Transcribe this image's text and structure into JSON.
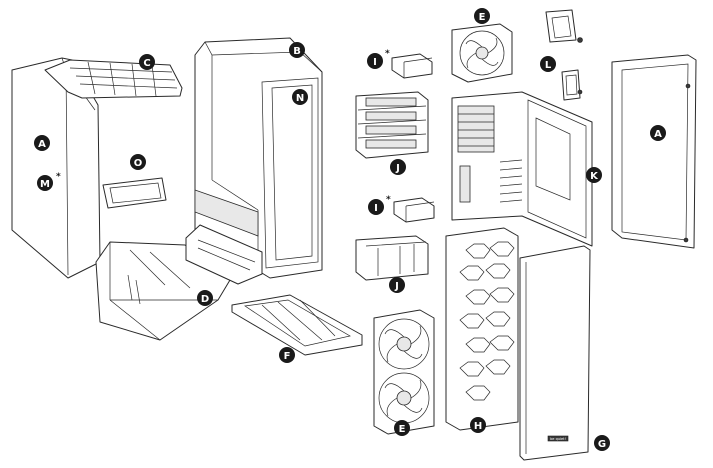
{
  "labels": {
    "A": "A",
    "B": "B",
    "C": "C",
    "D": "D",
    "E": "E",
    "F": "F",
    "G": "G",
    "H": "H",
    "I": "I",
    "J": "J",
    "K": "K",
    "L": "L",
    "M": "M",
    "N": "N",
    "O": "O"
  },
  "asterisk": "*",
  "brand_mark": "be quiet!",
  "colors": {
    "line": "#2a2a2a",
    "marker": "#1a1a1a",
    "background": "#ffffff"
  }
}
